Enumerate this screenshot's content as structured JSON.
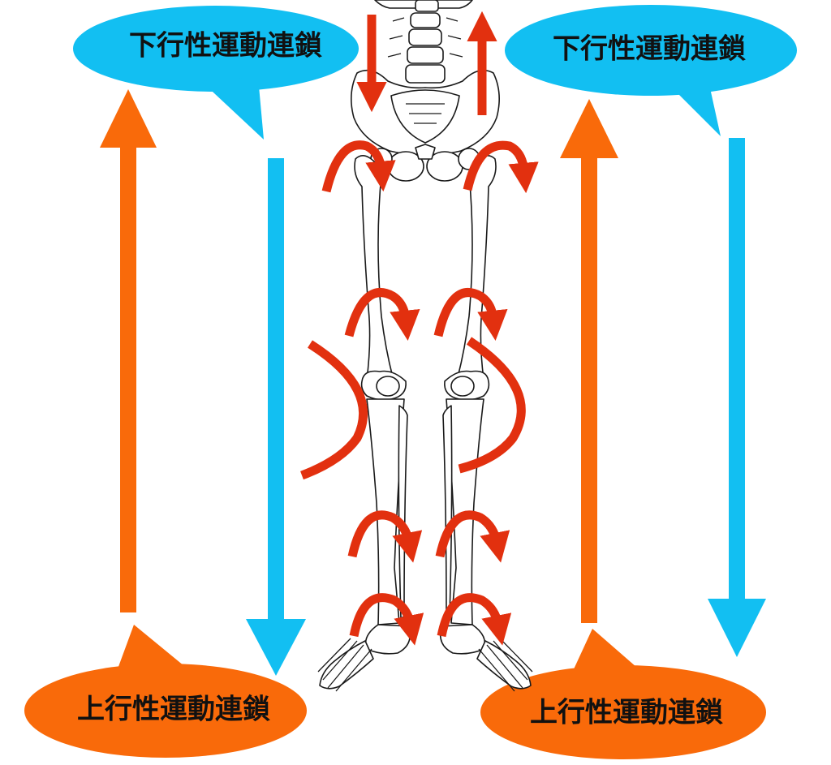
{
  "colors": {
    "descending": "#12bff2",
    "ascending": "#f96a0a",
    "rotation": "#e2300f",
    "bone_outline": "#1a1a1a"
  },
  "labels": {
    "descending_left": "下行性運動連鎖",
    "descending_right": "下行性運動連鎖",
    "ascending_left": "上行性運動連鎖",
    "ascending_right": "上行性運動連鎖"
  }
}
